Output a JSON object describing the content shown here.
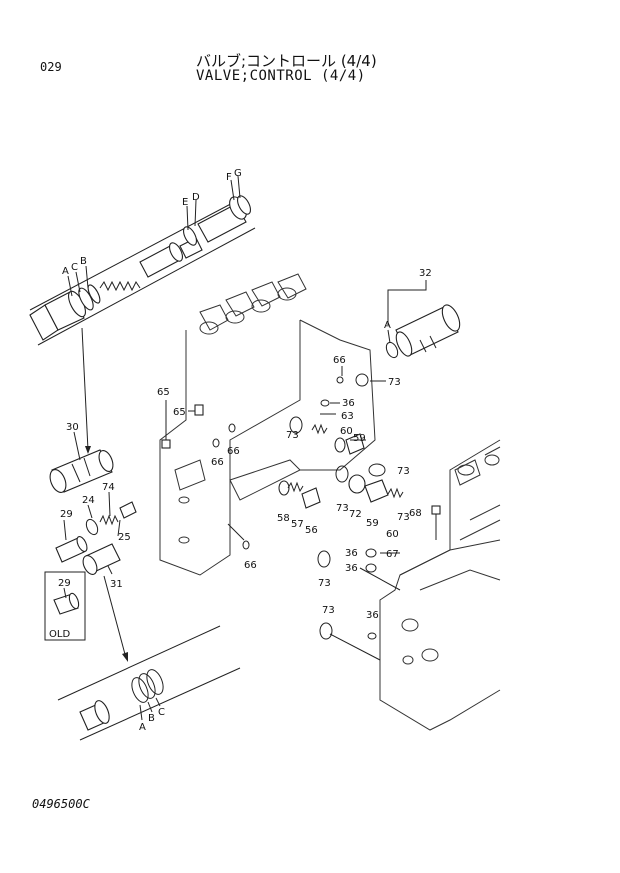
{
  "header": {
    "page_number": "029",
    "title_jp": "バルブ;コントロール (4/4)",
    "title_en": "VALVE;CONTROL (4/4)"
  },
  "footer": {
    "reference_code": "0496500C"
  },
  "callouts": {
    "A1": "A",
    "C1": "C",
    "B1": "B",
    "E": "E",
    "D": "D",
    "F": "F",
    "G": "G",
    "c32": "32",
    "A2": "A",
    "c66a": "66",
    "c73a": "73",
    "c36a": "36",
    "c63": "63",
    "c60a": "60",
    "c59a": "59",
    "c73b": "73",
    "c73c": "73",
    "c65a": "65",
    "c65b": "65",
    "c66b": "66",
    "c66c": "66",
    "c30": "30",
    "c24": "24",
    "c74": "74",
    "c25": "25",
    "c29a": "29",
    "c31": "31",
    "c58": "58",
    "c57": "57",
    "c56": "56",
    "c73d": "73",
    "c72": "72",
    "c59b": "59",
    "c60b": "60",
    "c73e": "73",
    "c68": "68",
    "c67": "67",
    "c36b": "36",
    "c36c": "36",
    "c73f": "73",
    "c66d": "66",
    "c29b": "29",
    "old": "OLD",
    "c73g": "73",
    "c36d": "36",
    "A3": "A",
    "B3": "B",
    "C3": "C"
  }
}
